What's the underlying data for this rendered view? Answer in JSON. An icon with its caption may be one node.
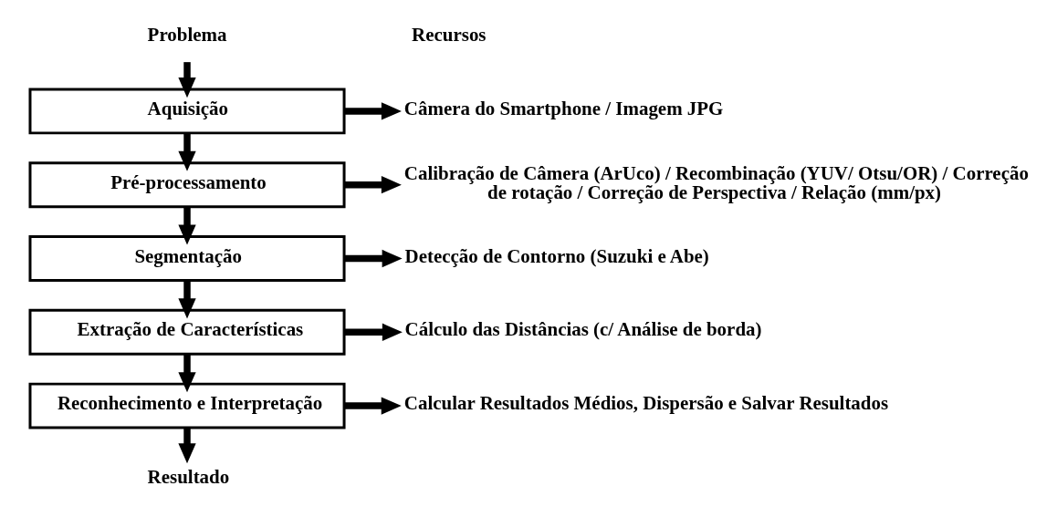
{
  "diagram": {
    "nodes": [
      {
        "text": [
          "Problema"
        ]
      },
      {
        "text": [
          "Aquisição"
        ]
      },
      {
        "text": [
          "Pré-processamento"
        ]
      },
      {
        "text": [
          "Segmentação"
        ]
      },
      {
        "text": [
          "Extração de Características"
        ]
      },
      {
        "text": [
          "Reconhecimento e Interpretação"
        ]
      },
      {
        "text": [
          "Resultado"
        ]
      },
      {
        "text": [
          "Câmera do Smartphone / Imagem JPG"
        ]
      },
      {
        "text": [
          "Calibração de Câmera (ArUco) / Recombinação (YUV/ Otsu/OR) / Correção de rotação / Correção de Perspectiva / Relação (mm/px)"
        ]
      },
      {
        "text": [
          "Detecção de Contorno (Suzuki e Abe)"
        ]
      },
      {
        "text": [
          "Cálculo das Distâncias (c/ Análise de borda)"
        ]
      },
      {
        "text": [
          "Calcular Resultados Médios, Dispersão e Salvar Resultados"
        ]
      }
    ],
    "edges": [
      {
        "from": 0,
        "to": 1,
        "arrow": "to"
      },
      {
        "from": 1,
        "to": 2,
        "arrow": "to"
      },
      {
        "from": 2,
        "to": 3,
        "arrow": "to"
      },
      {
        "from": 3,
        "to": 4,
        "arrow": "to"
      },
      {
        "from": 4,
        "to": 5,
        "arrow": "to"
      },
      {
        "from": 5,
        "to": 6,
        "arrow": "to"
      },
      {
        "from": 1,
        "to": 7,
        "arrow": "to"
      },
      {
        "from": 2,
        "to": 8,
        "arrow": "to"
      },
      {
        "from": 3,
        "to": 9,
        "arrow": "to"
      },
      {
        "from": 4,
        "to": 10,
        "arrow": "to"
      },
      {
        "from": 5,
        "to": 11,
        "arrow": "to"
      }
    ],
    "labels": [
      "Recursos"
    ]
  }
}
